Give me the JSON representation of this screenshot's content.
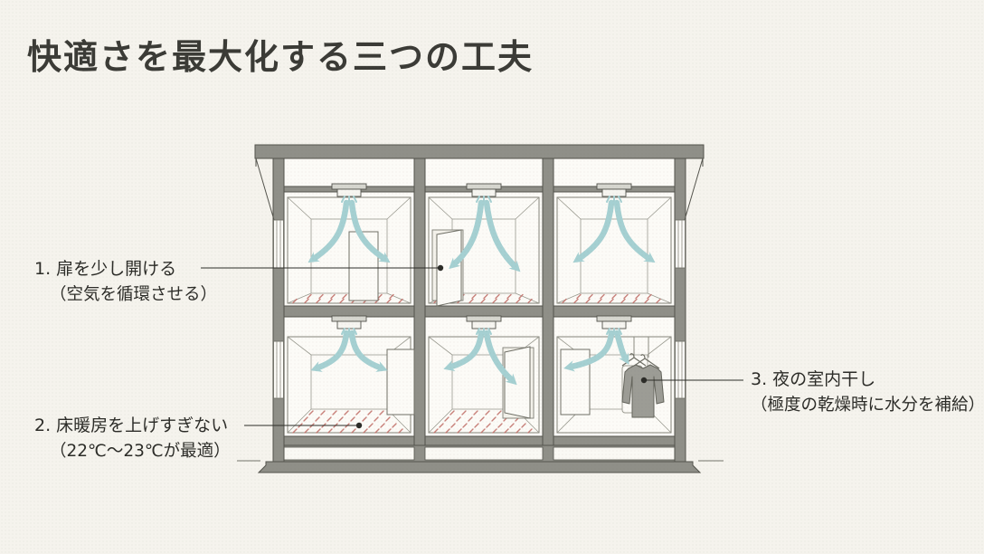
{
  "page": {
    "title": "快適さを最大化する三つの工夫"
  },
  "annotations": [
    {
      "label": "1. 扉を少し開ける",
      "note": "（空気を循環させる）"
    },
    {
      "label": "2. 床暖房を上げすぎない",
      "note": "（22℃〜23℃が最適）"
    },
    {
      "label": "3. 夜の室内干し",
      "note": "（極度の乾燥時に水分を補給）"
    }
  ],
  "icons": {
    "ceiling_vent": "ceiling-vent-icon",
    "airflow": "airflow-arrow-icon",
    "door_ajar": "door-ajar-icon",
    "floor_heating": "floor-heating-dots-icon",
    "laundry": "hanging-shirt-icon"
  },
  "colors": {
    "background": "#f5f3ed",
    "frame": "#8f8f88",
    "frame_outline": "#53534c",
    "airflow_arrow": "#a5d0d2",
    "floor_heating": "#c3736c",
    "garment": "#9c9c95",
    "text": "#2c2c28"
  }
}
